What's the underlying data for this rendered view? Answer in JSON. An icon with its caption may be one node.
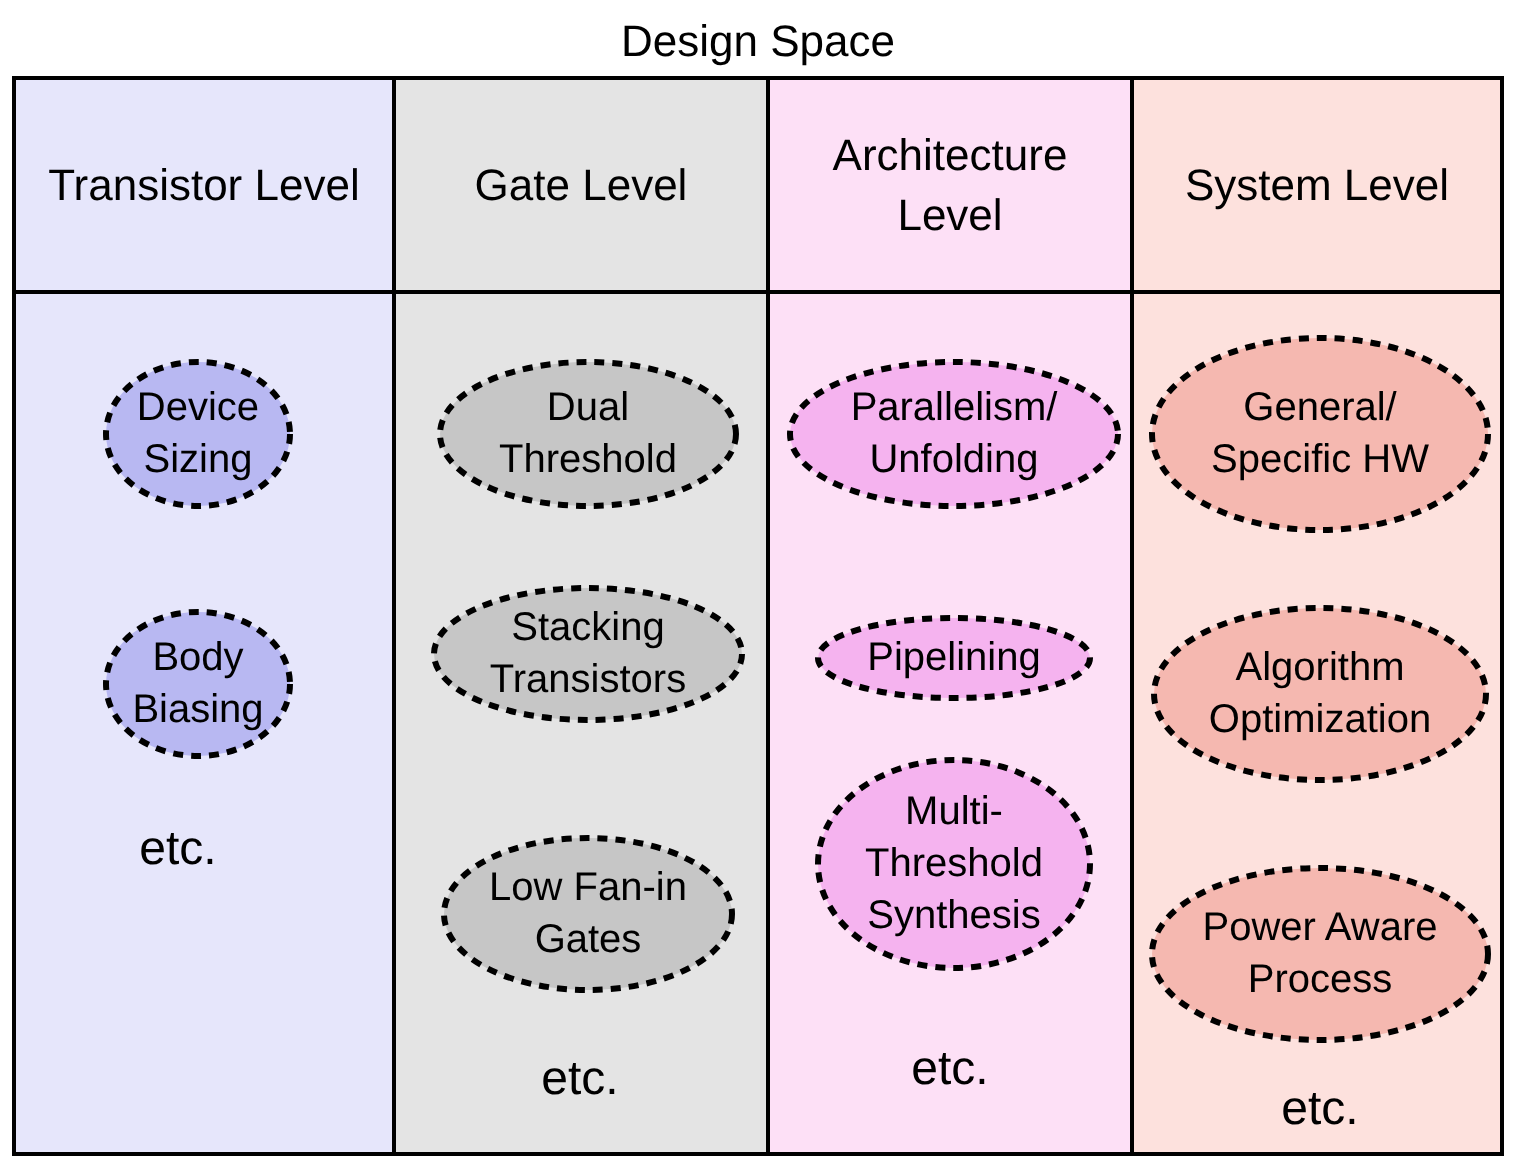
{
  "diagram": {
    "title": "Design Space",
    "nodes": [
      {
        "text": [
          "Transistor Level"
        ]
      },
      {
        "text": [
          "Device Sizing"
        ],
        "in": 0
      },
      {
        "text": [
          "Body Biasing"
        ],
        "in": 0
      },
      {
        "text": [
          "Gate Level"
        ]
      },
      {
        "text": [
          "Dual Threshold"
        ],
        "in": 3
      },
      {
        "text": [
          "Stacking Transistors"
        ],
        "in": 3
      },
      {
        "text": [
          "Low Fan-in Gates"
        ],
        "in": 3
      },
      {
        "text": [
          "Architecture Level"
        ]
      },
      {
        "text": [
          "Parallelism/ Unfolding"
        ],
        "in": 7
      },
      {
        "text": [
          "Pipelining"
        ],
        "in": 7
      },
      {
        "text": [
          "Multi- Threshold Synthesis"
        ],
        "in": 7
      },
      {
        "text": [
          "System Level"
        ]
      },
      {
        "text": [
          "General/ Specific HW"
        ],
        "in": 11
      },
      {
        "text": [
          "Algorithm Optimization"
        ],
        "in": 11
      },
      {
        "text": [
          "Power Aware Process"
        ],
        "in": 11
      }
    ],
    "labels": [
      "etc.",
      "etc.",
      "etc.",
      "etc."
    ]
  }
}
